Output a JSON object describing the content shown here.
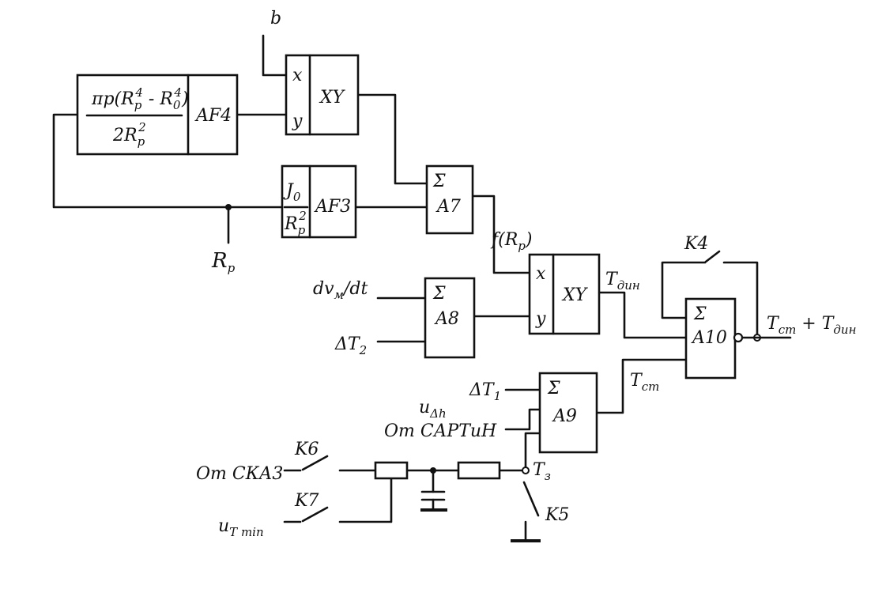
{
  "blocks": {
    "af4": {
      "formula_left": "πp(R",
      "formula_sub1": "p",
      "formula_sup1": "4",
      "formula_mid": " - R",
      "formula_sub2": "0",
      "formula_sup2": "4",
      "formula_right": ")",
      "denominator": "2R",
      "den_sub": "p",
      "den_sup": "2",
      "name": "AF4"
    },
    "af3": {
      "numerator": "J",
      "num_sub": "0",
      "denominator": "R",
      "den_sub": "p",
      "den_sup": "2",
      "name": "AF3"
    },
    "mult1": {
      "x": "x",
      "y": "y",
      "name": "XY"
    },
    "mult2": {
      "x": "x",
      "y": "y",
      "name": "XY"
    },
    "a7": {
      "sigma": "Σ",
      "name": "A7"
    },
    "a8": {
      "sigma": "Σ",
      "name": "A8"
    },
    "a9": {
      "sigma": "Σ",
      "name": "A9"
    },
    "a10": {
      "sigma": "Σ",
      "name": "A10"
    }
  },
  "signals": {
    "b": "b",
    "rp_main": "R",
    "rp_sub": "p",
    "f_rp": "f(R",
    "f_rp_sub": "p",
    "f_rp_close": ")",
    "dvm_dt_main": "dv",
    "dvm_dt_sub": "м",
    "dvm_dt_tail": "/dt",
    "dt2_main": "ΔT",
    "dt2_sub": "2",
    "dt1_main": "ΔT",
    "dt1_sub": "1",
    "t_dyn_main": "T",
    "t_dyn_sub": "дин",
    "t_st_main": "T",
    "t_st_sub": "ст",
    "out_a": "T",
    "out_a_sub": "ст",
    "out_plus": " + T",
    "out_b_sub": "дин",
    "udh_main": "u",
    "udh_sub": "Δh",
    "from_sarti": "От САРТиН",
    "from_ska3": "От СКА3",
    "utmin_main": "u",
    "utmin_sub": "T min",
    "t3_main": "T",
    "t3_sub": "з"
  },
  "switches": {
    "k4": "K4",
    "k5": "K5",
    "k6": "K6",
    "k7": "K7"
  }
}
